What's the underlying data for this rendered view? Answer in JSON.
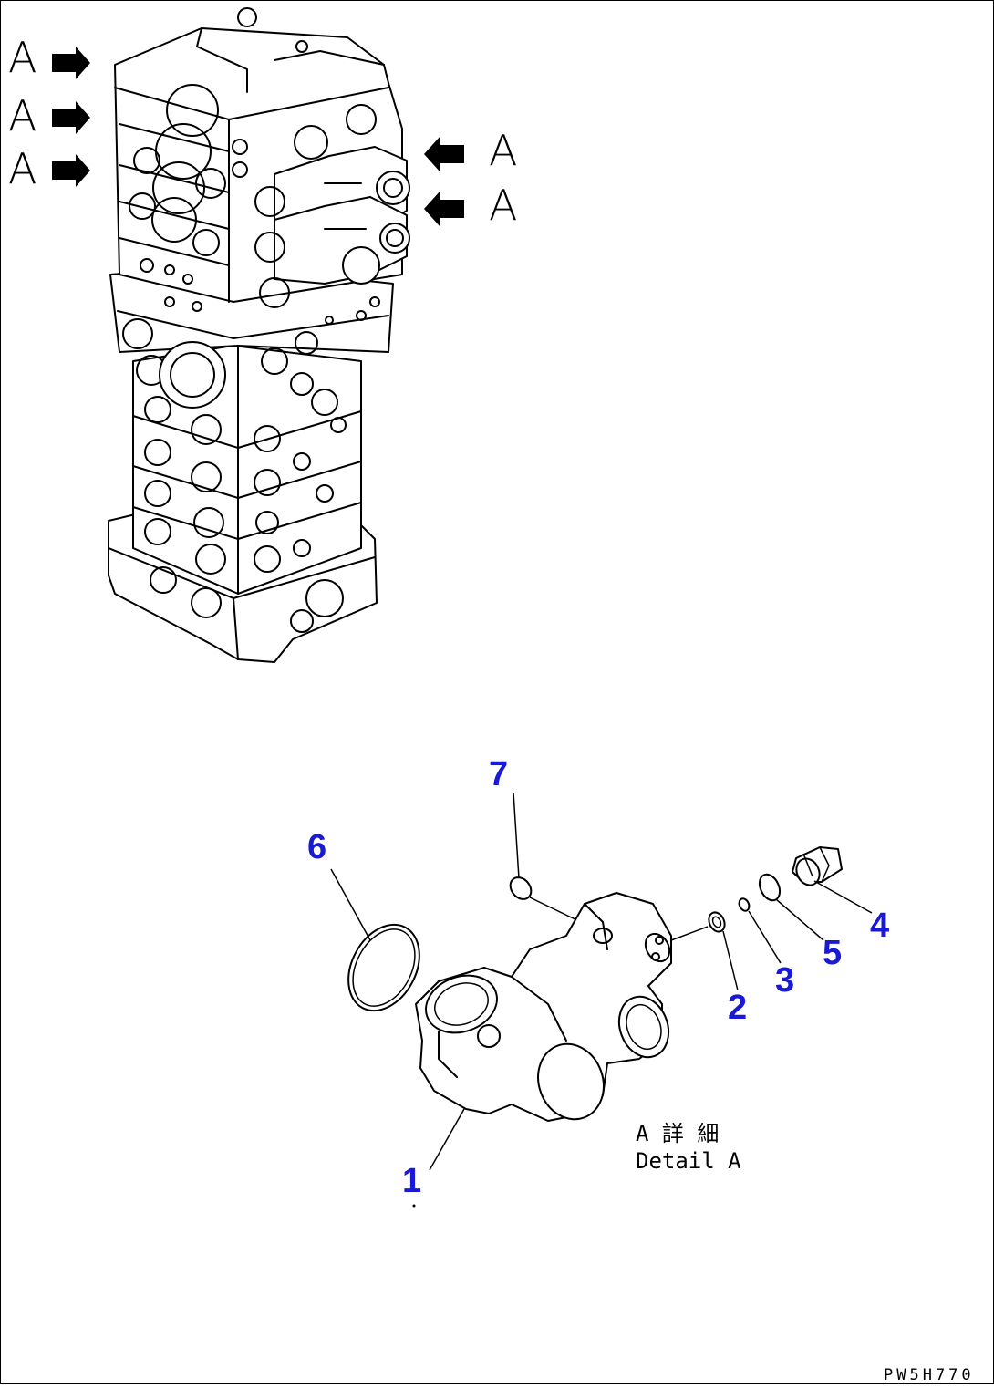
{
  "view_marker": "A",
  "callouts": {
    "part_1": "1",
    "part_2": "2",
    "part_3": "3",
    "part_4": "4",
    "part_5": "5",
    "part_6": "6",
    "part_7": "7"
  },
  "detail": {
    "line_jp": "A 詳 細",
    "line_en": "Detail A"
  },
  "drawing_code": "PW5H770"
}
